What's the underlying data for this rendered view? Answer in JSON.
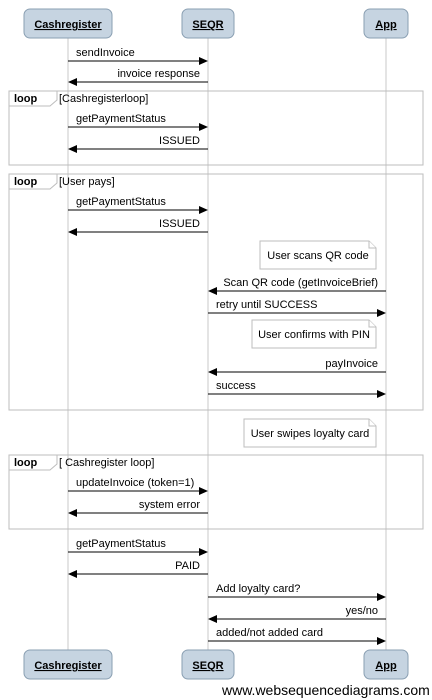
{
  "diagram": {
    "actors": [
      {
        "id": "cash",
        "label": "Cashregister"
      },
      {
        "id": "seqr",
        "label": "SEQR"
      },
      {
        "id": "app",
        "label": "App"
      }
    ],
    "frames": [
      {
        "keyword": "loop",
        "condition": "[Cashregisterloop]"
      },
      {
        "keyword": "loop",
        "condition": "[User pays]"
      },
      {
        "keyword": "loop",
        "condition": "[ Cashregister loop]"
      }
    ],
    "messages": [
      {
        "label": "sendInvoice",
        "from": "cash",
        "to": "seqr"
      },
      {
        "label": "invoice response",
        "from": "seqr",
        "to": "cash"
      },
      {
        "label": "getPaymentStatus",
        "from": "cash",
        "to": "seqr"
      },
      {
        "label": "ISSUED",
        "from": "seqr",
        "to": "cash"
      },
      {
        "label": "getPaymentStatus",
        "from": "cash",
        "to": "seqr"
      },
      {
        "label": "ISSUED",
        "from": "seqr",
        "to": "cash"
      },
      {
        "label": "Scan QR code (getInvoiceBrief)",
        "from": "app",
        "to": "seqr"
      },
      {
        "label": "retry until SUCCESS",
        "from": "seqr",
        "to": "app"
      },
      {
        "label": "payInvoice",
        "from": "app",
        "to": "seqr"
      },
      {
        "label": "success",
        "from": "seqr",
        "to": "app"
      },
      {
        "label": "updateInvoice (token=1)",
        "from": "cash",
        "to": "seqr"
      },
      {
        "label": "system error",
        "from": "seqr",
        "to": "cash"
      },
      {
        "label": "getPaymentStatus",
        "from": "cash",
        "to": "seqr"
      },
      {
        "label": "PAID",
        "from": "seqr",
        "to": "cash"
      },
      {
        "label": "Add loyalty card?",
        "from": "seqr",
        "to": "app"
      },
      {
        "label": "yes/no",
        "from": "app",
        "to": "seqr"
      },
      {
        "label": "added/not added card",
        "from": "seqr",
        "to": "app"
      }
    ],
    "notes": [
      {
        "text": "User scans QR code"
      },
      {
        "text": "User confirms with PIN"
      },
      {
        "text": "User swipes loyalty card"
      }
    ]
  },
  "watermark": "www.websequencediagrams.com"
}
